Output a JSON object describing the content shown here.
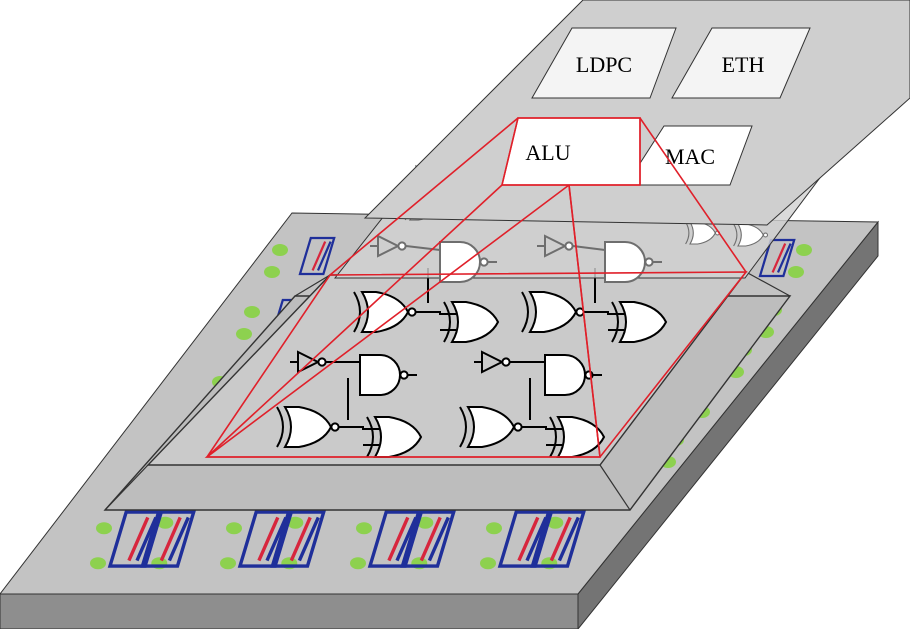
{
  "figure": {
    "blocks": [
      {
        "id": "ldpc",
        "label": "LDPC"
      },
      {
        "id": "eth",
        "label": "ETH"
      },
      {
        "id": "alu",
        "label": "ALU"
      },
      {
        "id": "mac",
        "label": "MAC"
      }
    ],
    "colors": {
      "substrate_top": "#c3c3c3",
      "substrate_front": "#8e8e8e",
      "substrate_side": "#747474",
      "layer": "#d2d2d2",
      "gate_layer": "#c6c6c6",
      "block_fill": "#ffffff",
      "wire_blue": "#1f2f9a",
      "wire_red": "#d7263d",
      "pad_green": "#8dd14f",
      "zoom_red": "#e0202a",
      "gate_stroke": "#000000",
      "gate_faded": "#6e6e6e"
    }
  }
}
